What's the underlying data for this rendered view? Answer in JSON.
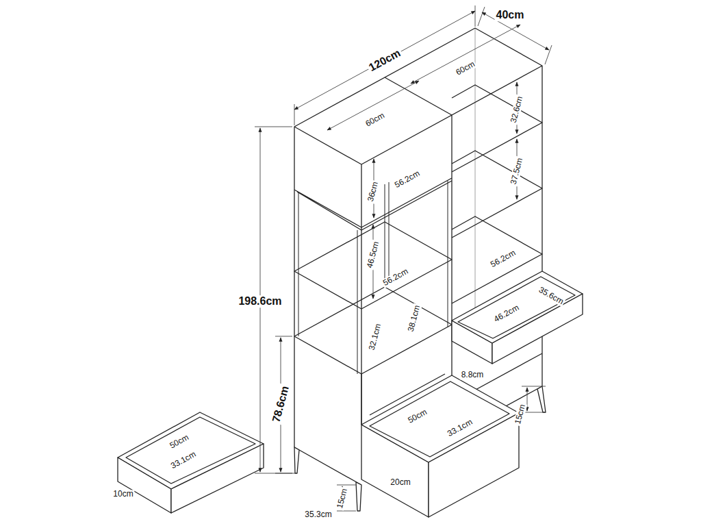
{
  "diagram": {
    "labels": [
      "40cm",
      "120cm",
      "60cm",
      "60cm",
      "32.6cm",
      "36cm",
      "56.2cm",
      "37.5cm",
      "46.5cm",
      "56.2cm",
      "56.2cm",
      "38.1cm",
      "32.1cm",
      "46.2cm",
      "35.6cm",
      "8.8cm",
      "198.6cm",
      "78.6cm",
      "50cm",
      "33.1cm",
      "10cm",
      "50cm",
      "33.1cm",
      "20cm",
      "15cm",
      "35.3cm",
      "15cm"
    ]
  }
}
